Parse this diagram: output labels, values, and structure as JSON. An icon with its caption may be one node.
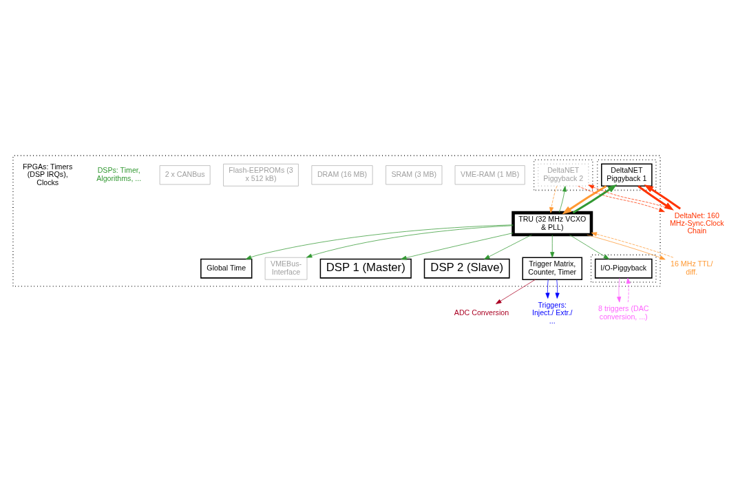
{
  "diagram": {
    "nodes": [
      {
        "text": [],
        "shape": "box"
      },
      {
        "text": [
          "VMEBus- Interface"
        ],
        "in": 0
      },
      {
        "text": [
          "VME-RAM (1 MB)"
        ],
        "in": 0
      },
      {
        "text": [
          "SRAM (3 MB)"
        ],
        "in": 0
      },
      {
        "text": [
          "DRAM (16 MB)"
        ],
        "in": 0
      },
      {
        "text": [
          "Flash-EEPROMs (3 x 512 kB)"
        ],
        "in": 0
      },
      {
        "text": [
          "2 x CANBus"
        ],
        "in": 0
      },
      {
        "text": [
          "DSP 1 (Master)"
        ],
        "in": 0
      },
      {
        "text": [
          "DSP 2 (Slave)"
        ],
        "in": 0
      },
      {
        "text": [
          "Trigger Matrix, Counter, Timer"
        ],
        "in": 0
      },
      {
        "text": [
          "Global Time"
        ],
        "in": 0
      },
      {
        "text": [],
        "shape": "box",
        "in": 0
      },
      {
        "text": [
          "I/O-Piggyback"
        ],
        "in": 11
      },
      {
        "text": [],
        "shape": "box",
        "in": 0
      },
      {
        "text": [
          "DeltaNET Piggyback 1"
        ],
        "in": 13
      },
      {
        "text": [],
        "shape": "box",
        "in": 0
      },
      {
        "text": [
          "DeltaNET Piggyback 2"
        ],
        "in": 15
      },
      {
        "text": [
          "TRU (32 MHz VCXO & PLL)"
        ],
        "in": 0
      },
      {
        "text": [
          "ADC Conversion"
        ]
      },
      {
        "text": [
          "Triggers: Inject./ Extr./ ..."
        ]
      },
      {
        "text": [
          "16 MHz TTL/ diff."
        ]
      },
      {
        "text": [
          "8 triggers (DAC conversion, ...)"
        ]
      },
      {
        "text": [
          "DeltaNet: 160 MHz-Sync.Clock Chain"
        ]
      }
    ],
    "edges": [
      {
        "from": 17,
        "to": 1,
        "arrow": "to"
      },
      {
        "from": 17,
        "to": 7,
        "arrow": "to"
      },
      {
        "from": 17,
        "to": 8,
        "arrow": "to"
      },
      {
        "from": 17,
        "to": 9,
        "arrow": "to"
      },
      {
        "from": 17,
        "to": 10,
        "arrow": "to"
      },
      {
        "from": 17,
        "to": 12,
        "arrow": "to"
      },
      {
        "from": 17,
        "to": 14,
        "arrow": "to",
        "style": "thick"
      },
      {
        "from": 14,
        "to": 17,
        "arrow": "to",
        "style": "thick",
        "color": "#ff9933"
      },
      {
        "from": 17,
        "to": 16,
        "arrow": "to"
      },
      {
        "from": 16,
        "to": 17,
        "arrow": "to",
        "style": "dashed",
        "color": "#ff9933"
      },
      {
        "from": 9,
        "to": 18,
        "arrow": "to",
        "color": "#aa0022"
      },
      {
        "from": 9,
        "to": 19,
        "arrow": "to",
        "color": "#0000ff"
      },
      {
        "from": 9,
        "to": 19,
        "arrow": "to",
        "color": "#0000ff"
      },
      {
        "from": 20,
        "to": 17,
        "arrow": "to",
        "style": "dashed",
        "color": "#ff9933"
      },
      {
        "from": 17,
        "to": 20,
        "arrow": "to",
        "color": "#ff9933"
      },
      {
        "from": 12,
        "to": 21,
        "arrow": "to",
        "color": "#ff66ff"
      },
      {
        "from": 21,
        "to": 12,
        "arrow": "to",
        "style": "dashed",
        "color": "#ff66ff"
      },
      {
        "from": 22,
        "to": 14,
        "arrow": "to",
        "style": "thick",
        "color": "#ff3300"
      },
      {
        "from": 14,
        "to": 22,
        "arrow": "to",
        "style": "thick",
        "color": "#ff3300"
      },
      {
        "from": 22,
        "to": 16,
        "arrow": "to",
        "style": "dashed",
        "color": "#ff3300"
      },
      {
        "from": 16,
        "to": 22,
        "arrow": "to",
        "style": "dashed",
        "color": "#ff3300"
      }
    ],
    "labels": [
      "DSPs: Timer, Algorithms, ...",
      "FPGAs: Timers (DSP IRQs), Clocks"
    ]
  }
}
